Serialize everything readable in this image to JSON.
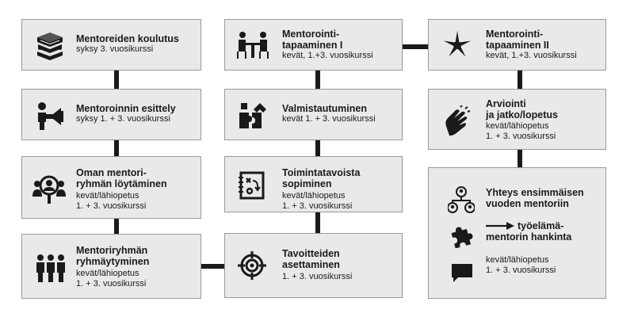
{
  "title": "Mentoroinnin vaiheet",
  "accent": "#1a1a1a",
  "box_fill": "#e9e9e9",
  "steps": [
    {
      "icon": "books-icon",
      "title": [
        "Mentoreiden koulutus"
      ],
      "sub": [
        "syksy 3. vuosikurssi"
      ]
    },
    {
      "icon": "megaphone-icon",
      "title": [
        "Mentoroinnin esittely"
      ],
      "sub": [
        "syksy 1. + 3. vuosikurssi"
      ]
    },
    {
      "icon": "search-person-icon",
      "title": [
        "Oman mentori-",
        "ryhmän löytäminen"
      ],
      "sub": [
        "kevät/lähiopetus",
        "1. + 3. vuosikurssi"
      ]
    },
    {
      "icon": "group-icon",
      "title": [
        "Mentoriryhmän",
        "ryhmäytyminen"
      ],
      "sub": [
        "kevät/lähiopetus",
        "1. + 3. vuosikurssi"
      ]
    },
    {
      "icon": "target-icon",
      "title": [
        "Tavoitteiden",
        "asettaminen"
      ],
      "sub": [
        "1. + 3. vuosikurssi"
      ]
    },
    {
      "icon": "strategy-icon",
      "title": [
        "Toimintatavoista",
        "sopiminen"
      ],
      "sub": [
        "kevät/lähiopetus",
        "1. + 3. vuosikurssi"
      ]
    },
    {
      "icon": "puzzle-icon",
      "title": [
        "Valmistautuminen"
      ],
      "sub": [
        "kevät  1. + 3. vuosikurssi"
      ]
    },
    {
      "icon": "meeting-icon",
      "title": [
        "Mentorointi-",
        "tapaaminen I"
      ],
      "sub": [
        "kevät, 1.+3.  vuosikurssi"
      ]
    },
    {
      "icon": "hands-icon",
      "title": [
        "Mentorointi-",
        "tapaaminen II"
      ],
      "sub": [
        "kevät, 1.+3. vuosikurssi"
      ]
    },
    {
      "icon": "clap-icon",
      "title": [
        "Arviointi",
        "ja jatko/lopetus"
      ],
      "sub": [
        "kevät/lähiopetus",
        "1. + 3. vuosikurssi"
      ]
    }
  ],
  "final": {
    "line1": "Yhteys ensimmäisen",
    "line2": "vuoden mentoriin",
    "line3": "työelämä-",
    "line4": "mentorin hankinta",
    "sub1": "kevät/lähiopetus",
    "sub2": "1. + 3. vuosikurssi",
    "icons": [
      "network-icon",
      "arrow-right-icon",
      "puzzle-piece-icon",
      "speech-bubble-icon"
    ]
  }
}
